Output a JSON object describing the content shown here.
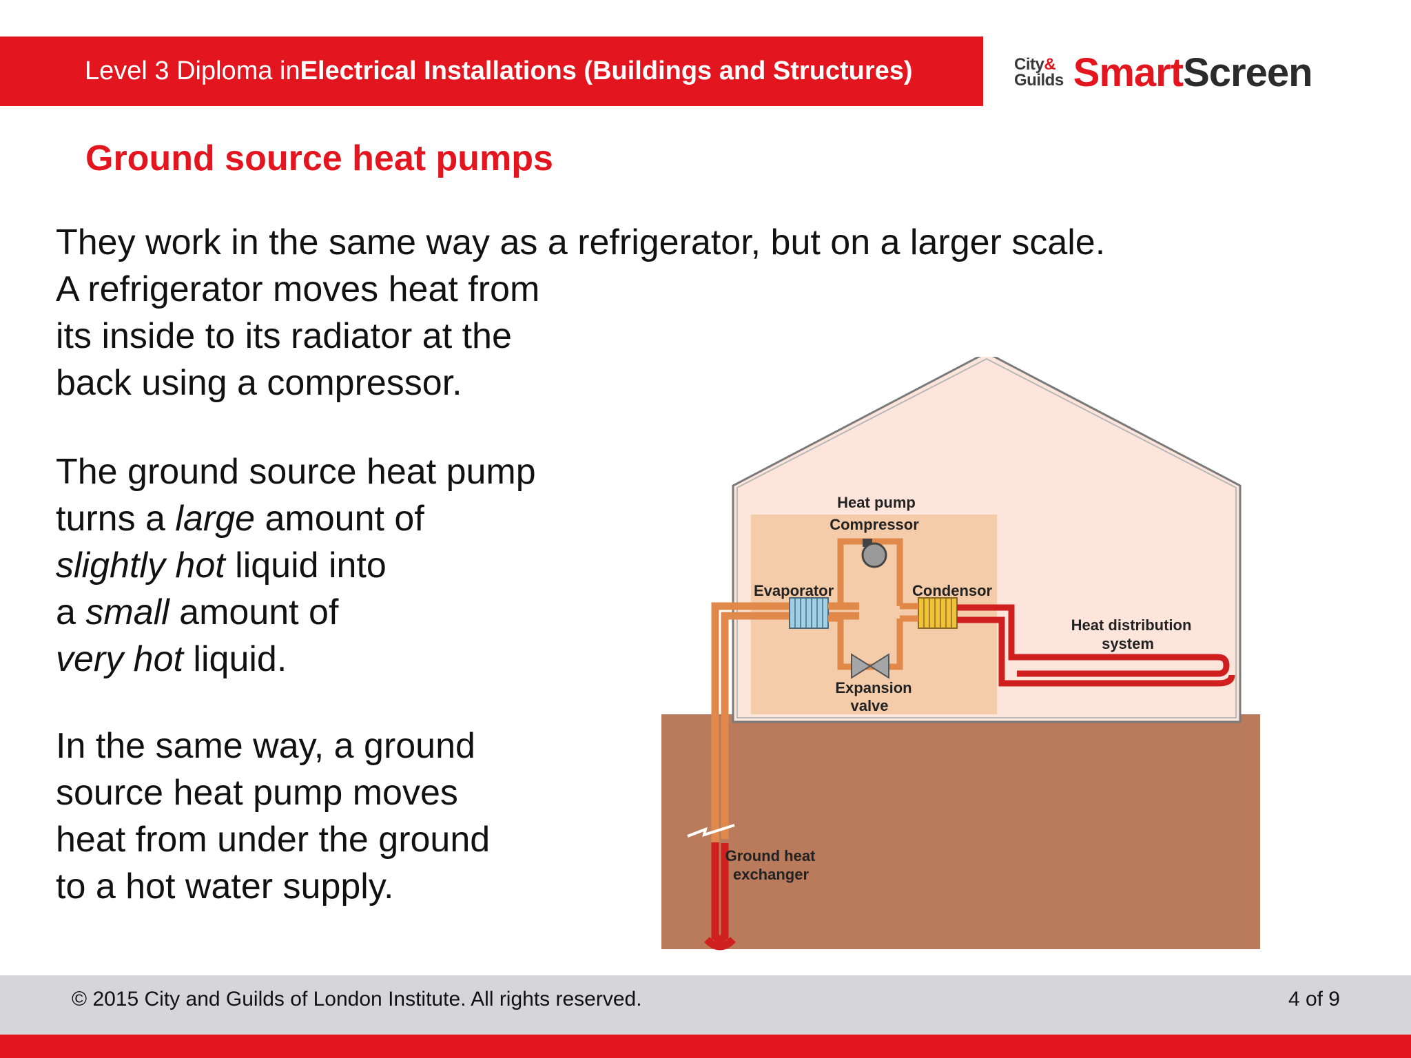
{
  "header": {
    "course_prefix": "Level 3 Diploma in ",
    "course_name": "Electrical Installations (Buildings and Structures)"
  },
  "logo": {
    "org_line1": "City",
    "org_amp": "&",
    "org_line2": "Guilds",
    "brand_part1": "Smart",
    "brand_part2": "Screen",
    "colors": {
      "red": "#e3151f",
      "dark": "#2b2b2b"
    }
  },
  "slide": {
    "title": "Ground source heat pumps",
    "intro_line": "They work in the same way as a refrigerator, but on a larger scale.",
    "para1": [
      "A refrigerator moves heat from",
      "its inside to its radiator at the",
      "back using a compressor."
    ],
    "para2": {
      "l1": "The ground source heat pump",
      "l2a": "turns a ",
      "l2b": "large",
      "l2c": " amount of",
      "l3a": "slightly hot",
      "l3b": " liquid into",
      "l4a": "a ",
      "l4b": "small",
      "l4c": " amount of",
      "l5a": "very hot",
      "l5b": " liquid."
    },
    "para3": [
      "In the same way, a ground",
      "source heat pump moves",
      "heat from under the ground",
      "to a hot water supply."
    ]
  },
  "diagram": {
    "labels": {
      "heat_pump": "Heat pump",
      "compressor": "Compressor",
      "evaporator": "Evaporator",
      "condensor": "Condensor",
      "heat_dist_1": "Heat distribution",
      "heat_dist_2": "system",
      "expansion_1": "Expansion",
      "expansion_2": "valve",
      "ground_1": "Ground heat",
      "ground_2": "exchanger"
    },
    "colors": {
      "house_fill": "#fde5dc",
      "pump_box": "#f5ccaa",
      "ground": "#b97b5c",
      "hot_pipe": "#d01f1f",
      "warm_pipe": "#e0894a",
      "evaporator": "#9fd0e6",
      "condensor": "#f0c23a"
    }
  },
  "footer": {
    "copyright": "© 2015 City and Guilds of London Institute. All rights reserved.",
    "page": "4 of 9"
  }
}
